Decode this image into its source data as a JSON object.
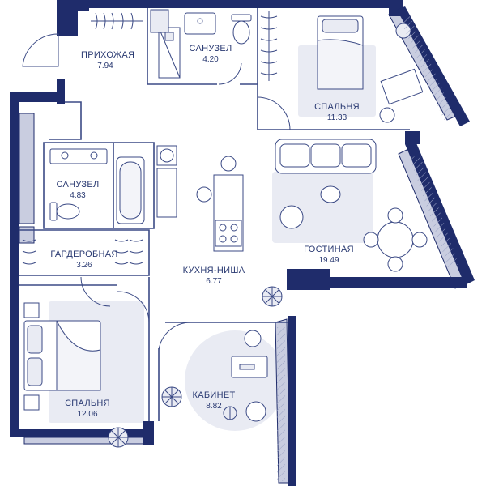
{
  "colors": {
    "wall": "#1f2c6b",
    "line": "#3b4a85",
    "furniture_fill": "#ffffff",
    "rug": "#e9ebf3",
    "window_fill": "#c9cde0",
    "text": "#2a3a72",
    "background": "#ffffff"
  },
  "rooms": [
    {
      "id": "hallway",
      "name": "ПРИХОЖАЯ",
      "area": "7.94"
    },
    {
      "id": "bathroom-top",
      "name": "САНУЗЕЛ",
      "area": "4.20"
    },
    {
      "id": "bedroom-top",
      "name": "СПАЛЬНЯ",
      "area": "11.33"
    },
    {
      "id": "bathroom-left",
      "name": "САНУЗЕЛ",
      "area": "4.83"
    },
    {
      "id": "wardrobe",
      "name": "ГАРДЕРОБНАЯ",
      "area": "3.26"
    },
    {
      "id": "kitchen",
      "name": "КУХНЯ-НИША",
      "area": "6.77"
    },
    {
      "id": "living",
      "name": "ГОСТИНАЯ",
      "area": "19.49"
    },
    {
      "id": "bedroom-bottom",
      "name": "СПАЛЬНЯ",
      "area": "12.06"
    },
    {
      "id": "office",
      "name": "КАБИНЕТ",
      "area": "8.82"
    }
  ],
  "icons": [
    "bathtub-icon",
    "toilet-icon",
    "sink-icon",
    "shower-icon",
    "washing-machine-icon",
    "stove-icon",
    "bed-icon",
    "sofa-icon",
    "armchair-icon",
    "dining-table-icon",
    "desk-icon",
    "office-chair-icon",
    "plant-icon",
    "floor-lamp-icon",
    "hanger-icon"
  ]
}
